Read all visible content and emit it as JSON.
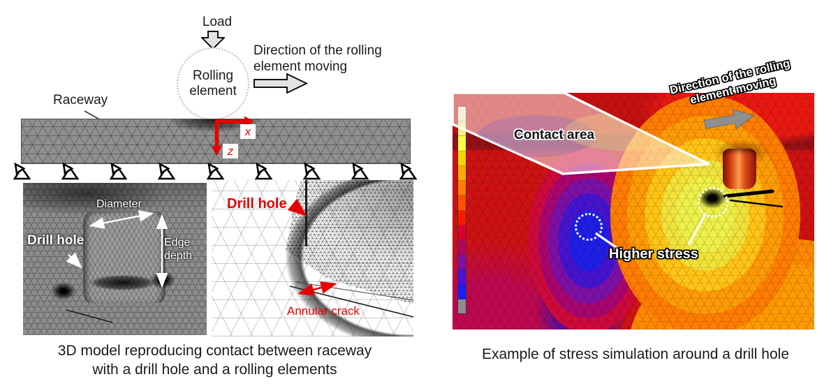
{
  "left_figure": {
    "load_label": "Load",
    "rolling_element_line1": "Rolling",
    "rolling_element_line2": "element",
    "direction_line1": "Direction of the rolling",
    "direction_line2": "element moving",
    "raceway_label": "Raceway",
    "axis_x_label": "x",
    "axis_z_label": "z",
    "supports_count": 9,
    "detail_left": {
      "diameter_label": "Diameter",
      "drill_hole_label": "Drill hole",
      "edge_depth_line1": "Edge",
      "edge_depth_line2": "depth"
    },
    "detail_right": {
      "drill_hole_label": "Drill hole",
      "annular_crack_label": "Annular crack"
    },
    "caption_line1": "3D model reproducing contact between raceway",
    "caption_line2": "with a drill hole and a rolling elements"
  },
  "right_figure": {
    "contact_area_label": "Contact area",
    "direction_line1": "Direction of the rolling",
    "direction_line2": "element moving",
    "higher_stress_label": "Higher stress",
    "caption": "Example of stress simulation around a drill hole",
    "legend_colors": [
      "#efe9c2",
      "#f6f084",
      "#fdfb42",
      "#ffd400",
      "#ffaa00",
      "#ff7d00",
      "#ff4f00",
      "#f51a00",
      "#d90030",
      "#b3065f",
      "#7f0fa5",
      "#4a15d2",
      "#1a1ff2",
      "#8c8c8c"
    ],
    "colors": {
      "annotation_red": "#e60000",
      "axis_red": "#e60000",
      "stress_base_red": "#cc1111",
      "stress_blue_core": "#1f1fe8",
      "stress_yellow": "#eef14a",
      "stress_orange": "#ff9a00",
      "arrow_gray": "#8f8f8f"
    }
  }
}
